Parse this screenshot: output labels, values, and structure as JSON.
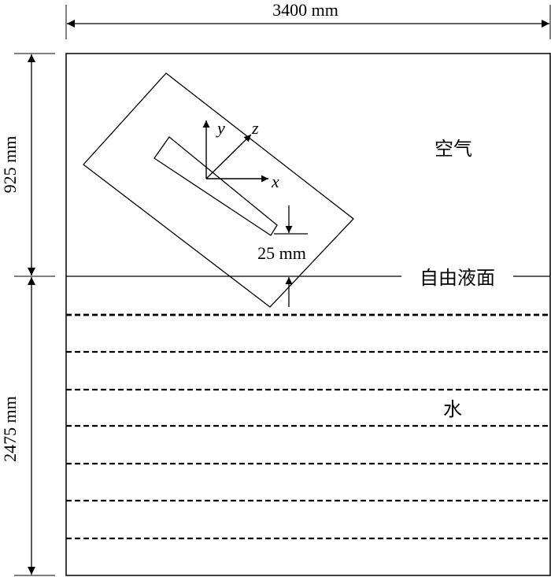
{
  "dimensions": {
    "width": "3400 mm",
    "air_height": "925 mm",
    "water_height": "2475 mm",
    "gap": "25 mm"
  },
  "labels": {
    "air": "空气",
    "free_surface": "自由液面",
    "water": "水"
  },
  "axes": {
    "x": "x",
    "y": "y",
    "z": "z"
  },
  "colors": {
    "line": "#000000",
    "background": "#ffffff"
  }
}
